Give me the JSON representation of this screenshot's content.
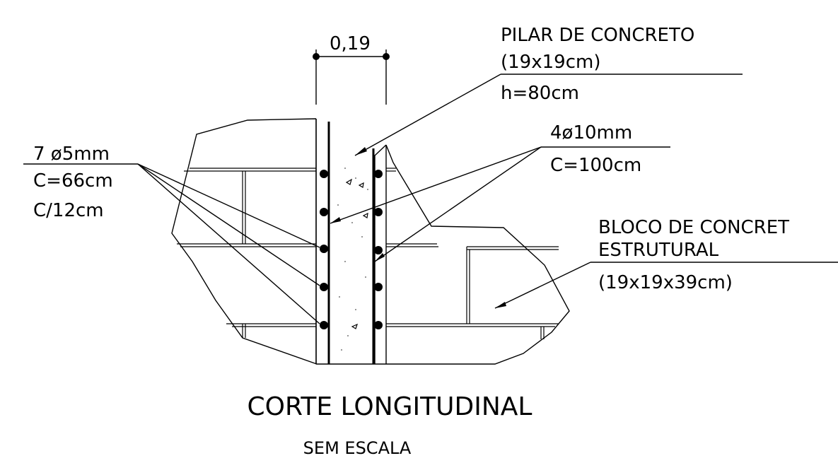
{
  "labels": {
    "dimension": "0,19",
    "pillar_line1": "PILAR DE CONCRETO",
    "pillar_line2": "(19x19cm)",
    "pillar_height": "h=80cm",
    "vertical_bars_line1": "4ø10mm",
    "vertical_bars_line2": "C=100cm",
    "stirrups_line1": "7  ø5mm",
    "stirrups_line2": "C=66cm",
    "stirrups_line3": "C/12cm",
    "block_line1": "BLOCO DE CONCRET",
    "block_line2": "ESTRUTURAL",
    "block_line3": "(19x19x39cm)"
  },
  "title": {
    "main": "CORTE LONGITUDINAL",
    "scale": "SEM ESCALA"
  }
}
